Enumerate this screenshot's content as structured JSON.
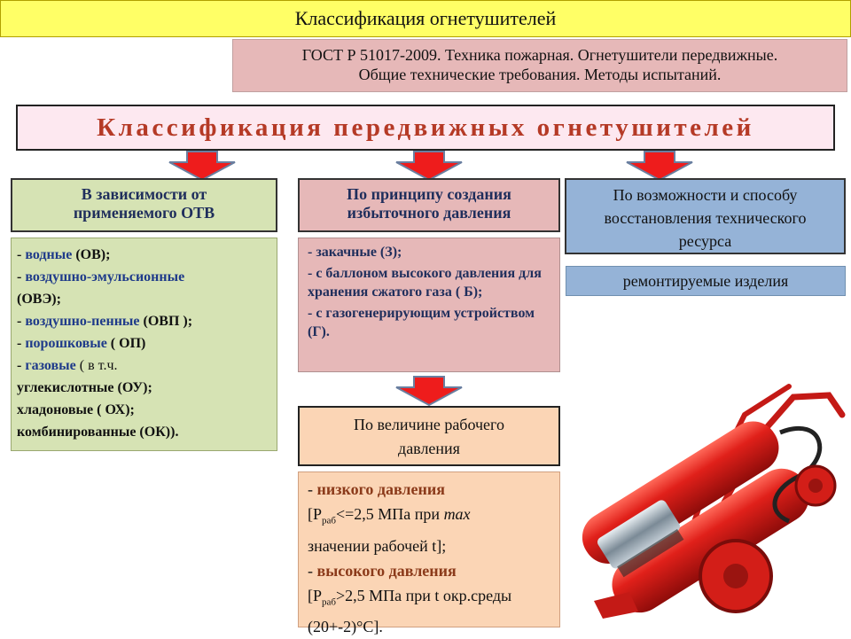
{
  "header": {
    "title": "Классификация огнетушителей"
  },
  "gost": {
    "line1": "ГОСТ Р 51017-2009. Техника пожарная. Огнетушители передвижные.",
    "line2": "Общие технические требования. Методы испытаний."
  },
  "main_title": "Классификация передвижных огнетушителей",
  "col1": {
    "heading_line1": "В зависимости от",
    "heading_line2": "применяемого ОТВ",
    "items": [
      {
        "dash": "- ",
        "name": "водные",
        "abbr": " (ОВ);"
      },
      {
        "dash": "- ",
        "name": "воздушно-эмульсионные",
        "abbr": "(ОВЭ);"
      },
      {
        "dash": "- ",
        "name": "воздушно-пенные",
        "abbr": " (ОВП );"
      },
      {
        "dash": "- ",
        "name": "порошковые",
        "abbr": " ( ОП)"
      },
      {
        "dash": "- ",
        "name": "газовые",
        "abbr": "  ( в т.ч."
      }
    ],
    "tail1": "углекислотные  (ОУ);",
    "tail2": "хладоновые ( ОХ);",
    "tail3": "комбинированные (ОК))."
  },
  "col2": {
    "heading_line1": "По принципу создания",
    "heading_line2": "избыточного давления",
    "items": [
      "- закачные  (З);",
      "- с баллоном  высокого давления для хранения сжатого газа ( Б);",
      "- с газогенерирующим устройством (Г)."
    ]
  },
  "col3": {
    "heading_line1": "По возможности и способу",
    "heading_line2": "восстановления технического",
    "heading_line3": "ресурса",
    "sub": "ремонтируемые изделия"
  },
  "pressure": {
    "heading_line1": "По величине рабочего",
    "heading_line2": "давления",
    "low_label": "низкого давления",
    "low_p": "[P",
    "low_sub": "раб",
    "low_rest": "<=2,5 МПа при ",
    "low_max": "max",
    "low_line3": "значении рабочей t];",
    "high_label": "высокого давления",
    "high_p": "[P",
    "high_sub": "раб",
    "high_rest": ">2,5 МПа при t окр.среды",
    "high_line3": "(20+-2)°C]."
  },
  "colors": {
    "title_bg": "#ffff66",
    "gost_bg": "#e6b8b8",
    "main_text": "#b53a26",
    "green_box": "#d6e3b4",
    "pink_box": "#e6b8b8",
    "blue_box": "#95b3d7",
    "orange_box": "#fbd5b5",
    "arrow": "#ee1c1c"
  }
}
